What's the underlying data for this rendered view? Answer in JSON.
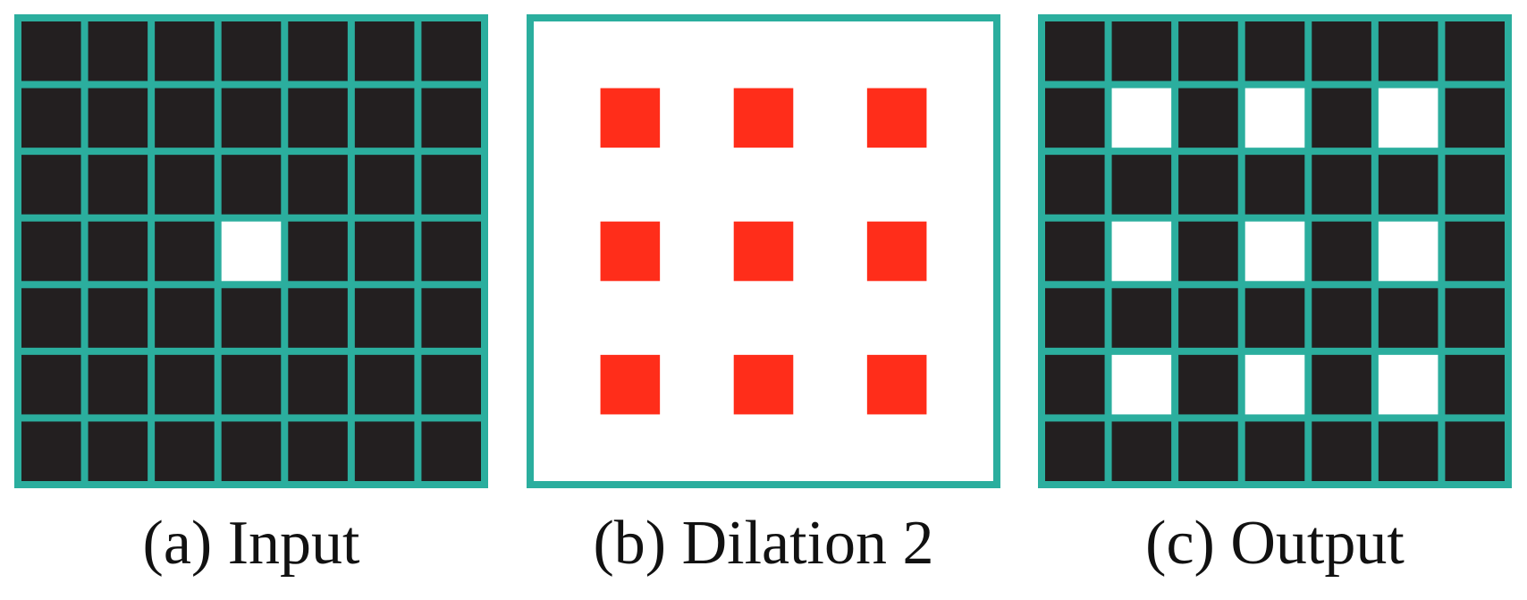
{
  "colors": {
    "grid_line": "#2BAE9E",
    "inactive_cell": "#231F20",
    "active_cell": "#FFFFFF",
    "kernel_tap": "#FF2D1A",
    "background": "#FFFFFF"
  },
  "panels": [
    {
      "id": "input",
      "caption": "(a) Input",
      "grid_size": 7,
      "active_cells": [
        [
          3,
          3
        ]
      ]
    },
    {
      "id": "kernel",
      "caption": "(b) Dilation 2",
      "kernel_size": 3,
      "dilation": 2
    },
    {
      "id": "output",
      "caption": "(c) Output",
      "grid_size": 7,
      "active_cells": [
        [
          1,
          1
        ],
        [
          1,
          3
        ],
        [
          1,
          5
        ],
        [
          3,
          1
        ],
        [
          3,
          3
        ],
        [
          3,
          5
        ],
        [
          5,
          1
        ],
        [
          5,
          3
        ],
        [
          5,
          5
        ]
      ]
    }
  ]
}
